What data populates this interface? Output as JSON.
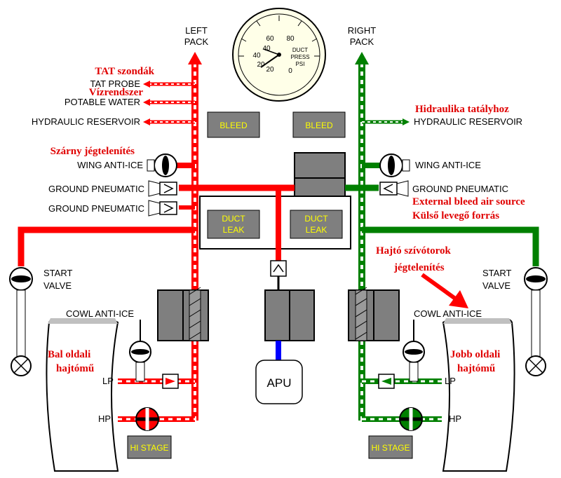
{
  "labels": {
    "left_pack": [
      "LEFT",
      "PACK"
    ],
    "right_pack": [
      "RIGHT",
      "PACK"
    ],
    "tat_probe": "TAT PROBE",
    "potable_water": "POTABLE WATER",
    "hydraulic_reservoir_left": "HYDRAULIC RESERVOIR",
    "hydraulic_reservoir_right": "HYDRAULIC RESERVOIR",
    "bleed_left": "BLEED",
    "bleed_right": "BLEED",
    "wing_anti_ice_left": "WING ANTI-ICE",
    "wing_anti_ice_right": "WING ANTI-ICE",
    "ground_pneumatic_1": "GROUND PNEUMATIC",
    "ground_pneumatic_2": "GROUND PNEUMATIC",
    "ground_pneumatic_right": "GROUND PNEUMATIC",
    "duct_leak_left": [
      "DUCT",
      "LEAK"
    ],
    "duct_leak_right": [
      "DUCT",
      "LEAK"
    ],
    "start_valve_left": [
      "START",
      "VALVE"
    ],
    "start_valve_right": [
      "START",
      "VALVE"
    ],
    "cowl_anti_ice_left": "COWL  ANTI-ICE",
    "cowl_anti_ice_right": "COWL  ANTI-ICE",
    "apu": "APU",
    "lp_left": "LP",
    "hp_left": "HP",
    "lp_right": "LP",
    "hp_right": "HP",
    "hi_stage_left": "HI STAGE",
    "hi_stage_right": "HI STAGE"
  },
  "annotations": {
    "tat_szondak": "TAT szondák",
    "vizrendszer": "Vízrendszer",
    "hidraulika": "Hidraulika tatályhoz",
    "szarny": "Szárny jégtelenítés",
    "external": "External bleed air source",
    "kulso": "Külső levegő forrás",
    "hajto": [
      "Hajtó szívótorok",
      "jégtelenítés"
    ],
    "bal": [
      "Bal oldali",
      "hajtómű"
    ],
    "jobb": [
      "Jobb oldali",
      "hajtómű"
    ]
  },
  "gauge": {
    "ticks": [
      "0",
      "20",
      "40",
      "60",
      "80"
    ],
    "ticks_inner": [
      "20",
      "40"
    ],
    "label": [
      "DUCT",
      "PRESS",
      "PSI"
    ]
  },
  "colors": {
    "left_system": "#ff0000",
    "right_system": "#008000",
    "apu_line": "#0000ff",
    "annotation": "#e00000",
    "box": "#7f7f7f",
    "box_text": "#ffff00"
  }
}
